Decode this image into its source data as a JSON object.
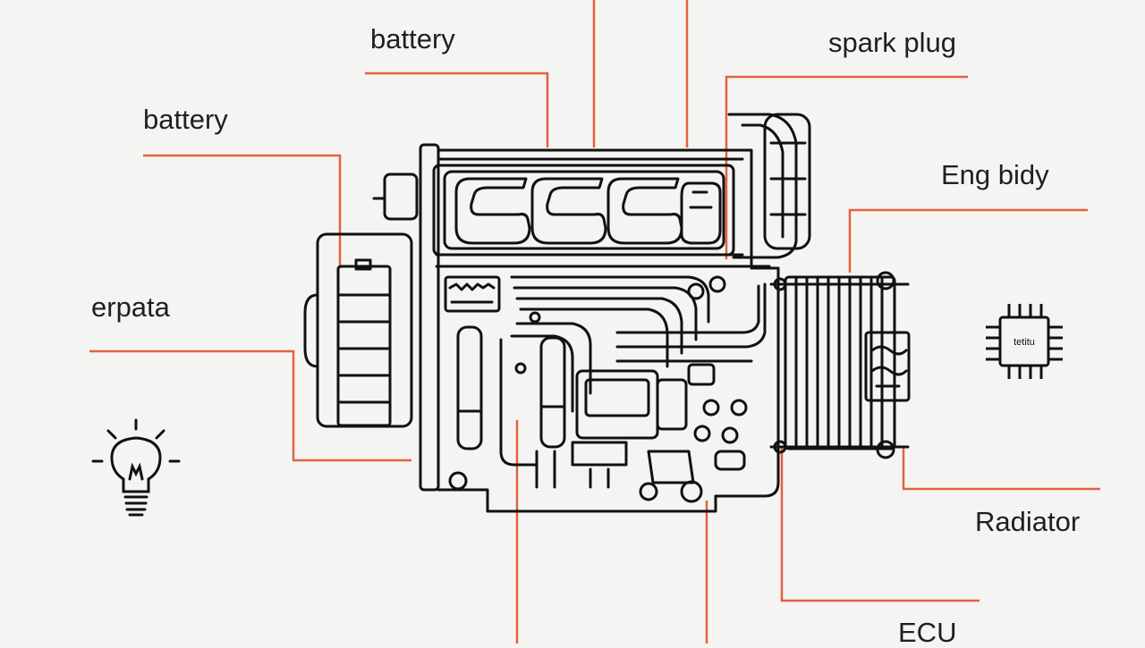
{
  "diagram": {
    "colors": {
      "leader": "#e2623f",
      "ink": "#111111",
      "background": "#f4f4f3"
    },
    "labels": {
      "battery_top": "battery",
      "battery_left": "battery",
      "spark_plug": "spark plug",
      "eng_bidy": "Eng bidy",
      "erpata": "erpata",
      "radiator": "Radiator",
      "ecu": "ECU",
      "chip_text": "tetitu"
    },
    "icons": [
      "light-bulb-icon",
      "microchip-icon"
    ]
  }
}
